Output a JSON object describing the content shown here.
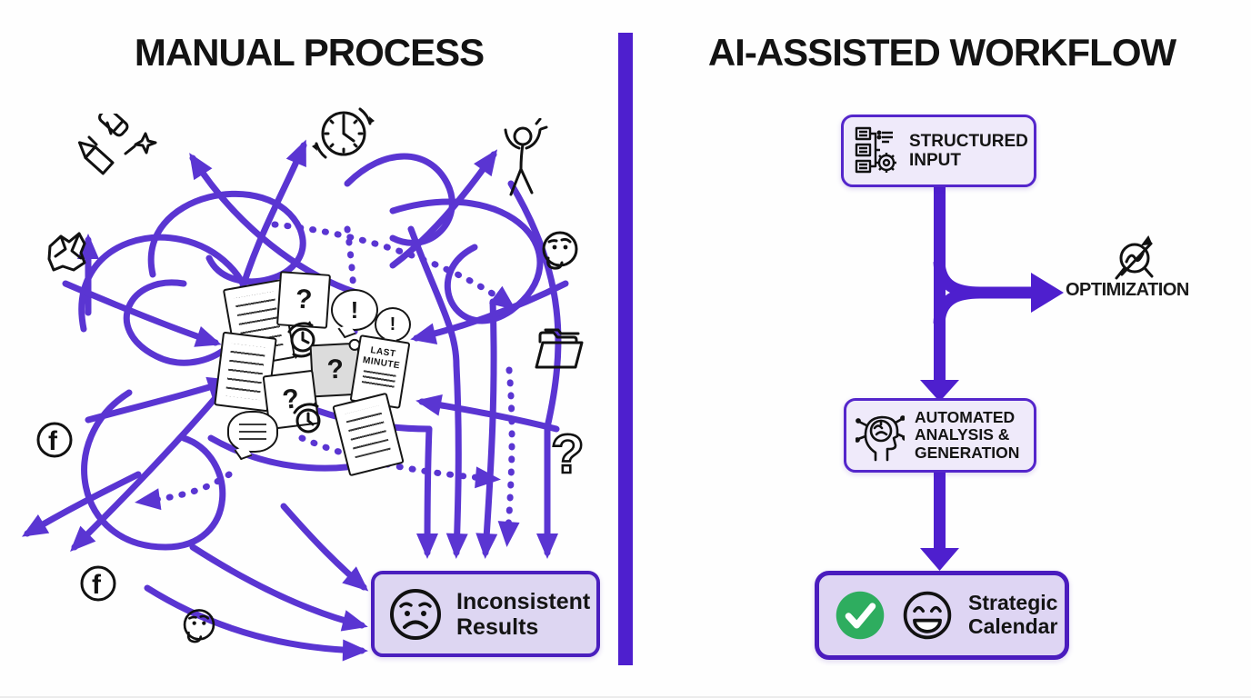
{
  "titles": {
    "left": "MANUAL PROCESS",
    "right": "AI-ASSISTED WORKFLOW"
  },
  "manual": {
    "result": {
      "lines": [
        "Inconsistent",
        "Results"
      ],
      "icon": "sad-face-icon"
    },
    "cluster": {
      "question": "?",
      "exclaim": "!",
      "last_minute": [
        "LAST",
        "MINUTE"
      ]
    },
    "floating_question": "?",
    "facebook_letter": "f",
    "doodle_icons": [
      "broken-pencil-icon",
      "deadline-clock-icon",
      "stressed-person-icon",
      "thinking-face-icon",
      "folder-icon",
      "question-mark",
      "crumpled-paper-icon",
      "facebook-icon",
      "facebook-icon",
      "thinking-face-icon"
    ]
  },
  "workflow": {
    "steps": [
      {
        "id": "structured-input",
        "icon": "structured-list-gear-icon",
        "lines": [
          "STRUCTURED",
          "INPUT"
        ]
      },
      {
        "id": "automated-analysis",
        "icon": "ai-head-brain-icon",
        "lines": [
          "AUTOMATED",
          "ANALYSIS &",
          "GENERATION"
        ]
      },
      {
        "id": "strategic-calendar",
        "icons": [
          "green-check-icon",
          "happy-face-icon"
        ],
        "lines": [
          "Strategic",
          "Calendar"
        ]
      }
    ],
    "branch": {
      "label": "OPTIMIZATION",
      "icon": "magnifier-trend-icon"
    }
  },
  "colors": {
    "line_purple": "#5a35d2",
    "divider_purple": "#4e1fce",
    "box_border_purple": "#5426cb",
    "box_fill_light": "#efeafa",
    "box_fill_strong": "#ded5f3",
    "check_green": "#2ead5f",
    "text_black": "#141414"
  }
}
